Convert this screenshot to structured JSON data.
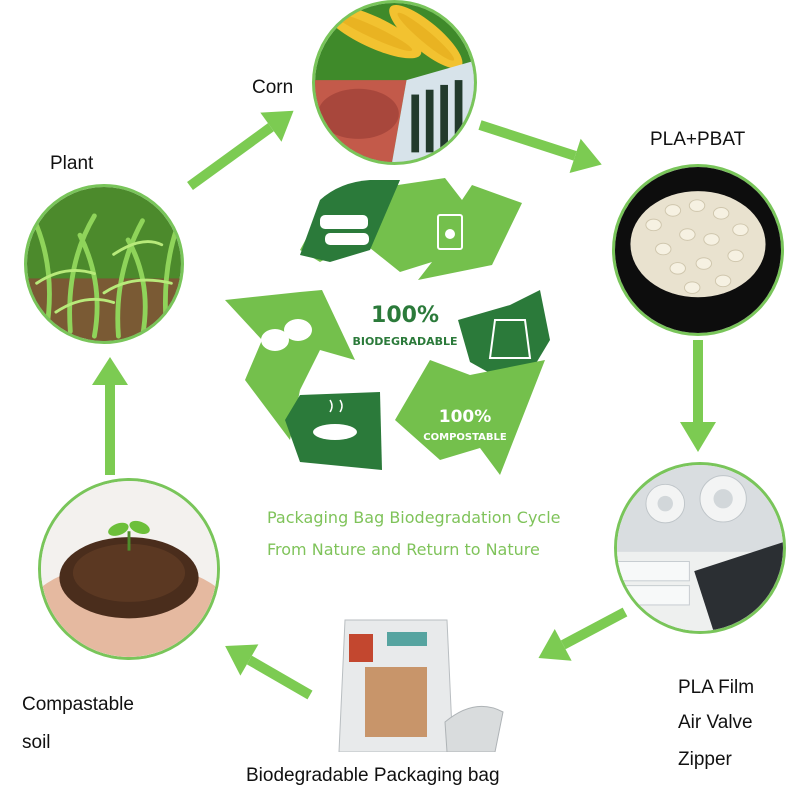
{
  "stages": {
    "plant": "Plant",
    "corn": "Corn",
    "pla_pbat": "PLA+PBAT",
    "film_line1": "PLA Film",
    "film_line2": "Air Valve",
    "film_line3": "Zipper",
    "bag": "Biodegradable Packaging bag",
    "soil_line1": "Compastable",
    "soil_line2": "soil"
  },
  "center": {
    "biodegradable_pct": "100%",
    "biodegradable_word": "BIODEGRADABLE",
    "compostable_pct": "100%",
    "compostable_word": "COMPOSTABLE",
    "caption_line1": "Packaging Bag Biodegradation Cycle",
    "caption_line2": "From Nature and Return to Nature"
  },
  "colors": {
    "arrow_green": "#7ccb52",
    "light_green": "#74c04c",
    "dark_green": "#2b7a3a",
    "circle_border": "#79c55a"
  }
}
